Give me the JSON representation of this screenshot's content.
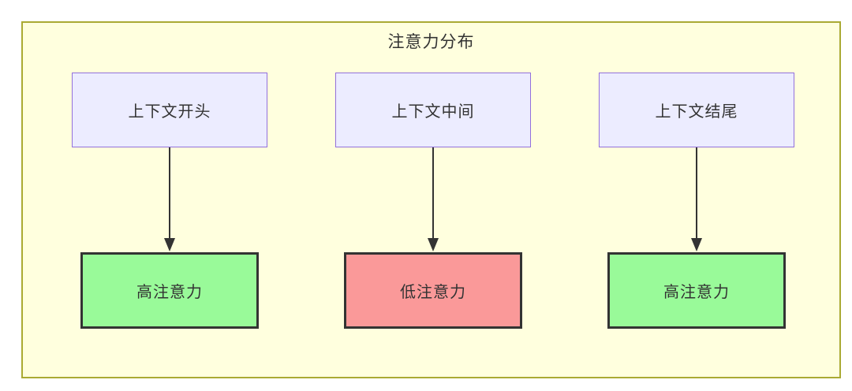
{
  "diagram": {
    "title": "注意力分布",
    "colors": {
      "canvas_bg": "#ffffde",
      "canvas_border": "#aaaa33",
      "source_fill": "#ececff",
      "source_border": "#9370db",
      "high_attention_fill": "#99fa99",
      "low_attention_fill": "#fa9999",
      "result_border": "#333333",
      "arrow": "#333333",
      "text": "#333333"
    },
    "columns": [
      {
        "source": "上下文开头",
        "result": "高注意力",
        "result_fill": "#99fa99"
      },
      {
        "source": "上下文中间",
        "result": "低注意力",
        "result_fill": "#fa9999"
      },
      {
        "source": "上下文结尾",
        "result": "高注意力",
        "result_fill": "#99fa99"
      }
    ]
  }
}
